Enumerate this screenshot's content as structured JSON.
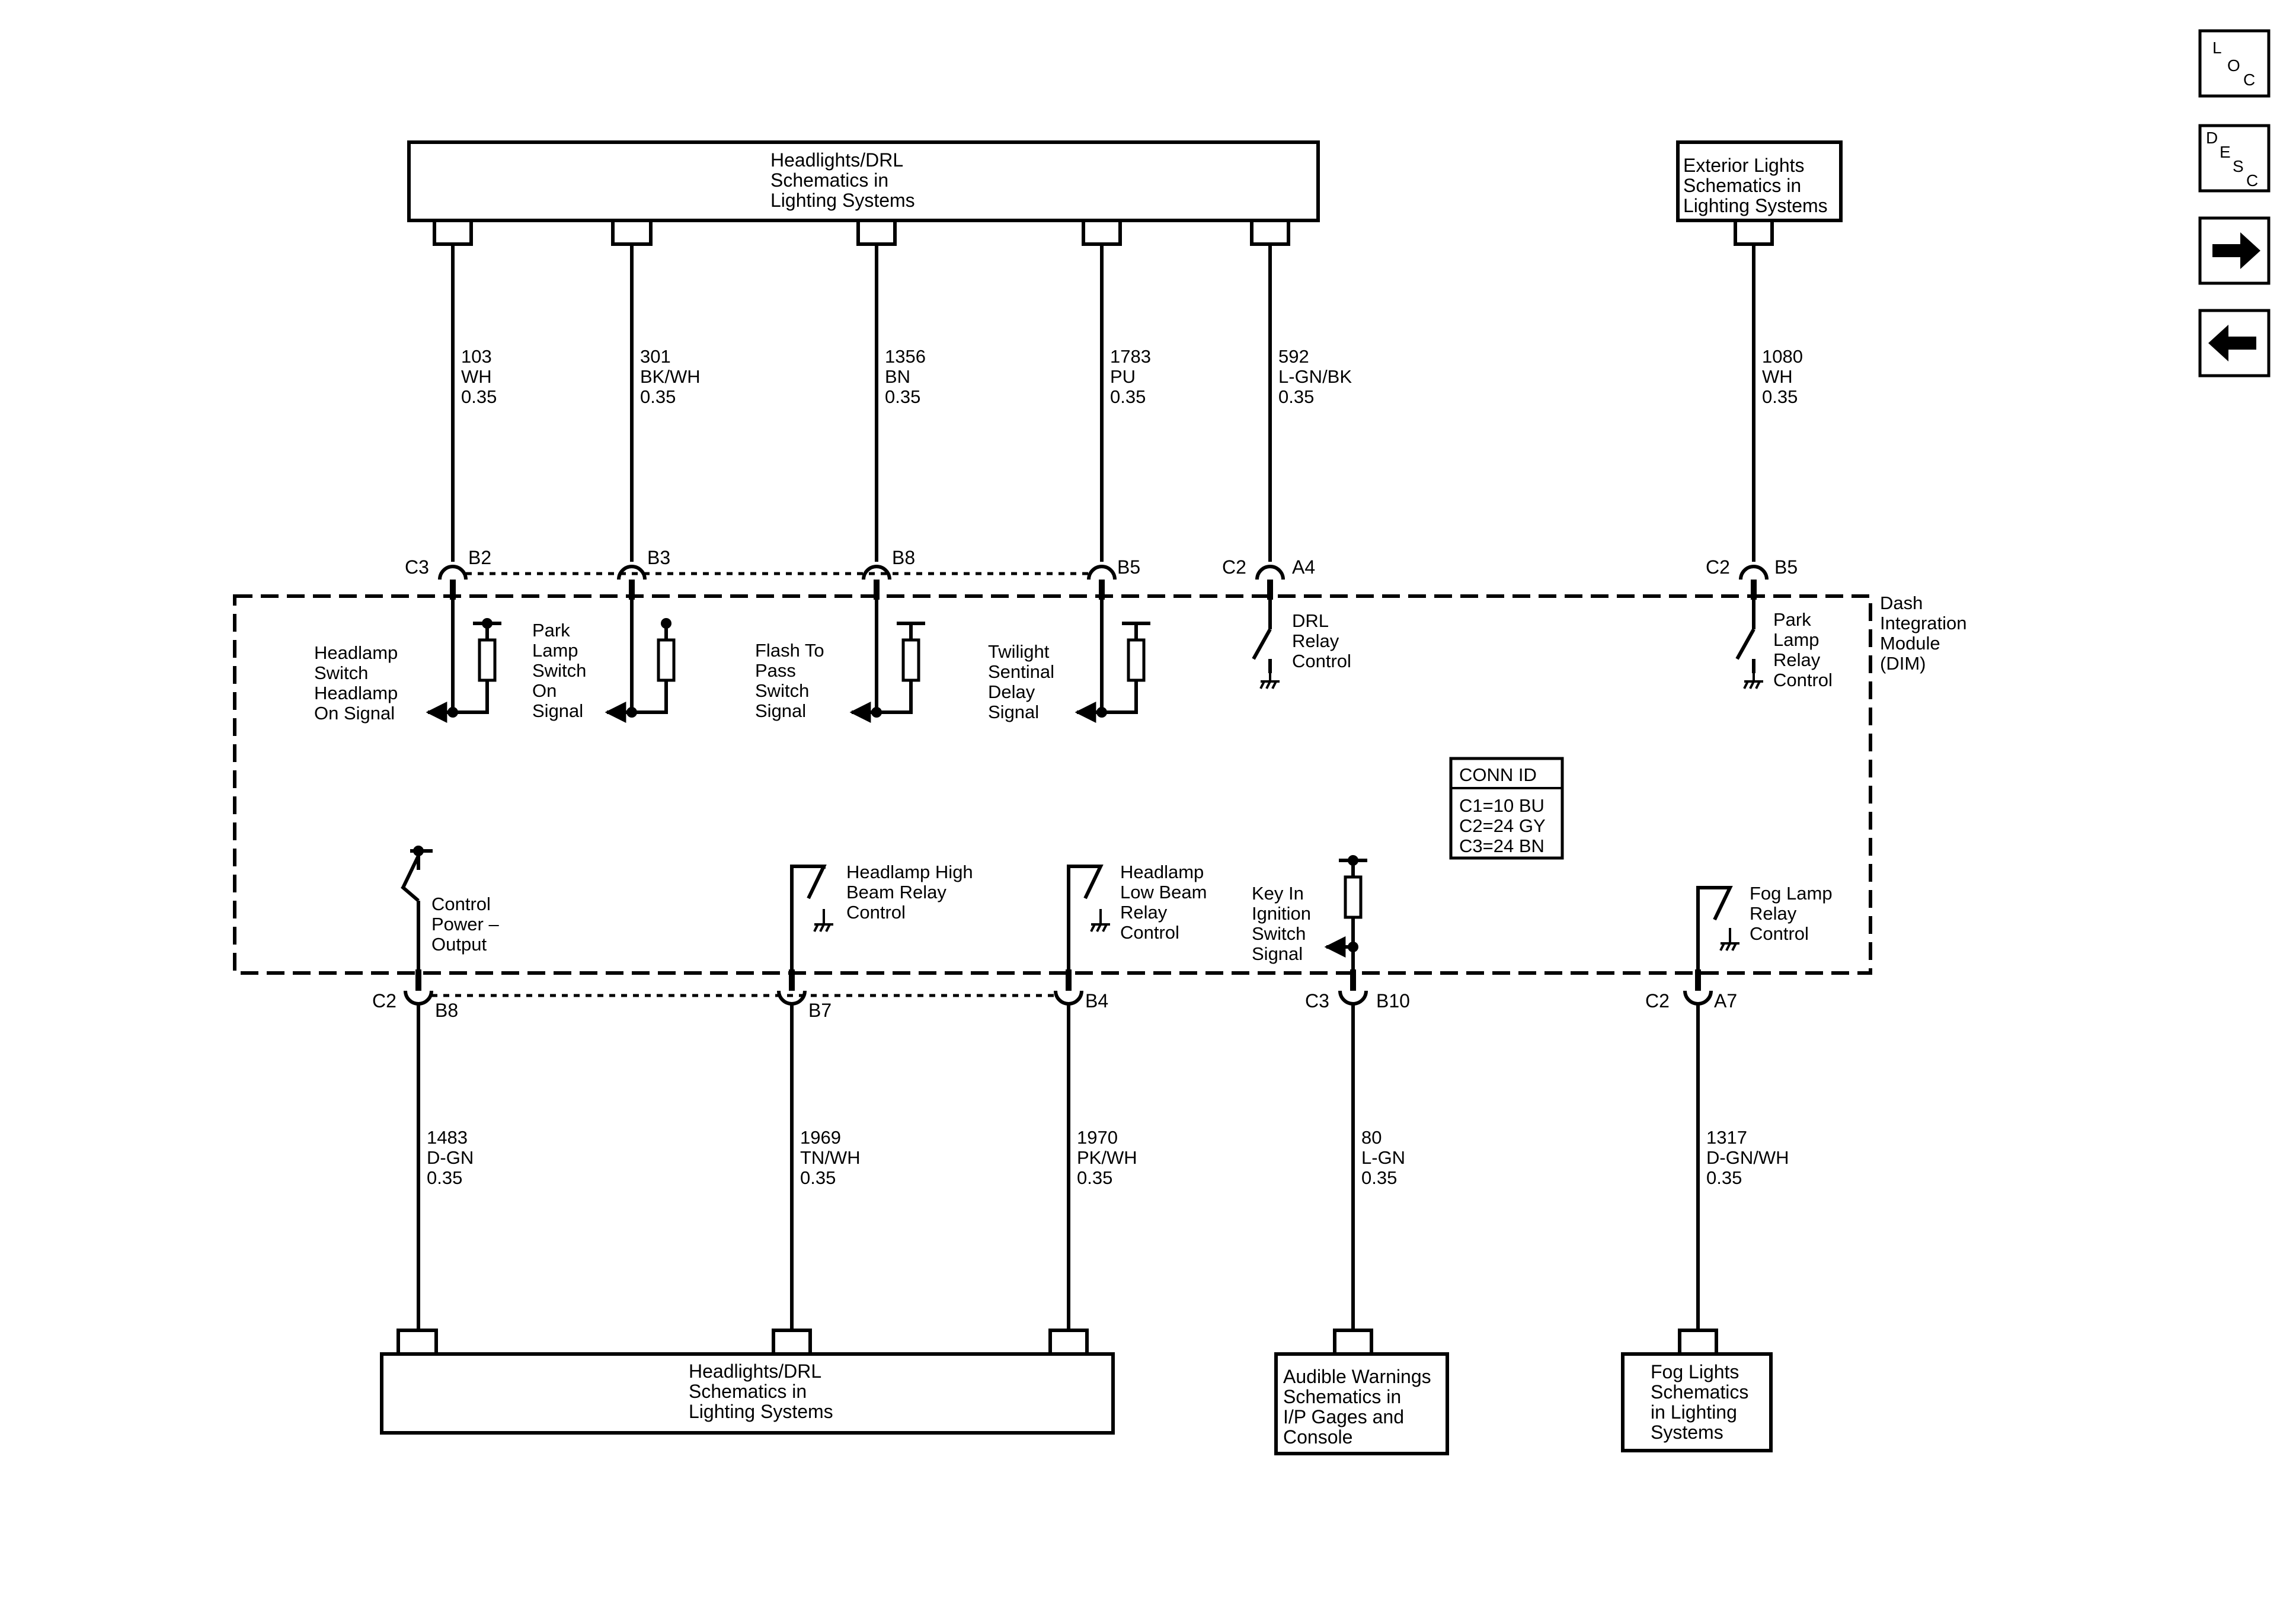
{
  "nav": {
    "loc": [
      "L",
      "O",
      "C"
    ],
    "desc": [
      "D",
      "E",
      "S",
      "C"
    ]
  },
  "boxes": {
    "top_main": [
      "Headlights/DRL",
      "Schematics in",
      "Lighting Systems"
    ],
    "top_right": [
      "Exterior Lights",
      "Schematics in",
      "Lighting Systems"
    ],
    "bottom_main": [
      "Headlights/DRL",
      "Schematics in",
      "Lighting Systems"
    ],
    "audible": [
      "Audible Warnings",
      "Schematics in",
      "I/P Gages and",
      "Console"
    ],
    "fog": [
      "Fog Lights",
      "Schematics",
      "in Lighting",
      "Systems"
    ]
  },
  "module": {
    "name": [
      "Dash",
      "Integration",
      "Module",
      "(DIM)"
    ]
  },
  "conn_id": {
    "title": "CONN ID",
    "lines": [
      "C1=10 BU",
      "C2=24 GY",
      "C3=24 BN"
    ]
  },
  "top_wires": [
    {
      "circuit": "103",
      "color": "WH",
      "gauge": "0.35",
      "connector": "C3",
      "pin": "B2"
    },
    {
      "circuit": "301",
      "color": "BK/WH",
      "gauge": "0.35",
      "connector": "",
      "pin": "B3"
    },
    {
      "circuit": "1356",
      "color": "BN",
      "gauge": "0.35",
      "connector": "",
      "pin": "B8"
    },
    {
      "circuit": "1783",
      "color": "PU",
      "gauge": "0.35",
      "connector": "",
      "pin": "B5"
    },
    {
      "circuit": "592",
      "color": "L-GN/BK",
      "gauge": "0.35",
      "connector": "C2",
      "pin": "A4"
    },
    {
      "circuit": "1080",
      "color": "WH",
      "gauge": "0.35",
      "connector": "C2",
      "pin": "B5"
    }
  ],
  "bottom_wires": [
    {
      "circuit": "1483",
      "color": "D-GN",
      "gauge": "0.35",
      "connector": "C2",
      "pin": "B8"
    },
    {
      "circuit": "1969",
      "color": "TN/WH",
      "gauge": "0.35",
      "connector": "",
      "pin": "B7"
    },
    {
      "circuit": "1970",
      "color": "PK/WH",
      "gauge": "0.35",
      "connector": "",
      "pin": "B4"
    },
    {
      "circuit": "80",
      "color": "L-GN",
      "gauge": "0.35",
      "connector": "C3",
      "pin": "B10"
    },
    {
      "circuit": "1317",
      "color": "D-GN/WH",
      "gauge": "0.35",
      "connector": "C2",
      "pin": "A7"
    }
  ],
  "internal_labels": {
    "headlamp_on": [
      "Headlamp",
      "Switch",
      "Headlamp",
      "On Signal"
    ],
    "park_on": [
      "Park",
      "Lamp",
      "Switch",
      "On",
      "Signal"
    ],
    "flash_pass": [
      "Flash To",
      "Pass",
      "Switch",
      "Signal"
    ],
    "twilight": [
      "Twilight",
      "Sentinal",
      "Delay",
      "Signal"
    ],
    "drl_relay": [
      "DRL",
      "Relay",
      "Control"
    ],
    "park_relay": [
      "Park",
      "Lamp",
      "Relay",
      "Control"
    ],
    "control_power": [
      "Control",
      "Power –",
      "Output"
    ],
    "high_beam": [
      "Headlamp High",
      "Beam Relay",
      "Control"
    ],
    "low_beam": [
      "Headlamp",
      "Low Beam",
      "Relay",
      "Control"
    ],
    "key_in": [
      "Key In",
      "Ignition",
      "Switch",
      "Signal"
    ],
    "fog_relay": [
      "Fog Lamp",
      "Relay",
      "Control"
    ]
  }
}
